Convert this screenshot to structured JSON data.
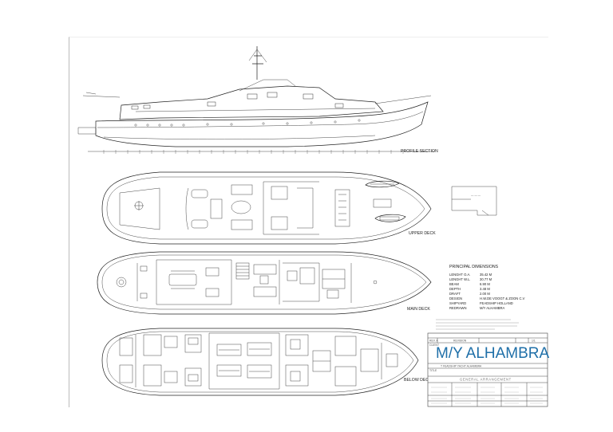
{
  "sections": {
    "profile": "PROFILE SECTION",
    "upper_deck": "UPPER DECK",
    "main_deck": "MAIN DECK",
    "below_deck": "BELOW DECK"
  },
  "principal_dimensions": {
    "heading": "PRINCIPAL DIMENSIONS",
    "rows": [
      {
        "label": "LENGHT O.A.",
        "value": "35.42  M"
      },
      {
        "label": "LENGHT W.L.",
        "value": "30.77  M"
      },
      {
        "label": "BEAM",
        "value": "6.90  M"
      },
      {
        "label": "DEPTH",
        "value": "3.48  M"
      },
      {
        "label": "DRAFT",
        "value": "2.00  M"
      },
      {
        "label": "DESIGN",
        "value": "H.W.DE VOOGT & ZOON C.V"
      },
      {
        "label": "SHIPYARD",
        "value": "FEADSHIP HOLLAND"
      },
      {
        "label": "REDRAWN",
        "value": "M/Y ALHAMBRA"
      }
    ]
  },
  "title_block": {
    "vessel_name": "M/Y ALHAMBRA",
    "subtitle": "T FEADSHIP YACHT  ALHAMBRA",
    "drawing_title": "GENERAL ARRANGEMENT",
    "rev_label": "REV. A",
    "revision_label": "REVISION",
    "sheet_label": "1/1",
    "client_label": "CLIENT",
    "title_label": "TITLE"
  }
}
